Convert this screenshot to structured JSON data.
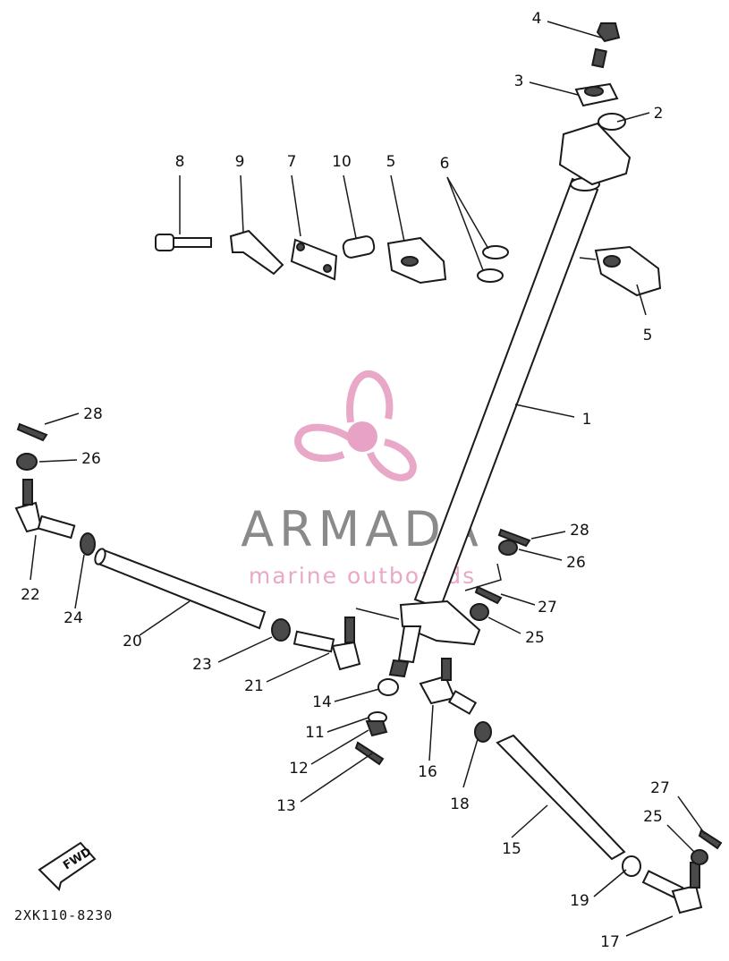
{
  "diagram_code": "2XK110-8230",
  "fwd_label": "FWD",
  "watermark": {
    "name": "ARMADA",
    "tagline": "marine outboards",
    "name_color": "#8a8a8a",
    "accent_color": "#e9a8c8",
    "hub_color": "#e7a3c6"
  },
  "callouts": {
    "c1": "1",
    "c2": "2",
    "c3": "3",
    "c4": "4",
    "c5a": "5",
    "c5b": "5",
    "c6": "6",
    "c7": "7",
    "c8": "8",
    "c9": "9",
    "c10": "10",
    "c11": "11",
    "c12": "12",
    "c13": "13",
    "c14": "14",
    "c15": "15",
    "c16": "16",
    "c17": "17",
    "c18": "18",
    "c19": "19",
    "c20": "20",
    "c21": "21",
    "c22": "22",
    "c23": "23",
    "c24": "24",
    "c25a": "25",
    "c25b": "25",
    "c26a": "26",
    "c26b": "26",
    "c27a": "27",
    "c27b": "27",
    "c28a": "28",
    "c28b": "28"
  }
}
